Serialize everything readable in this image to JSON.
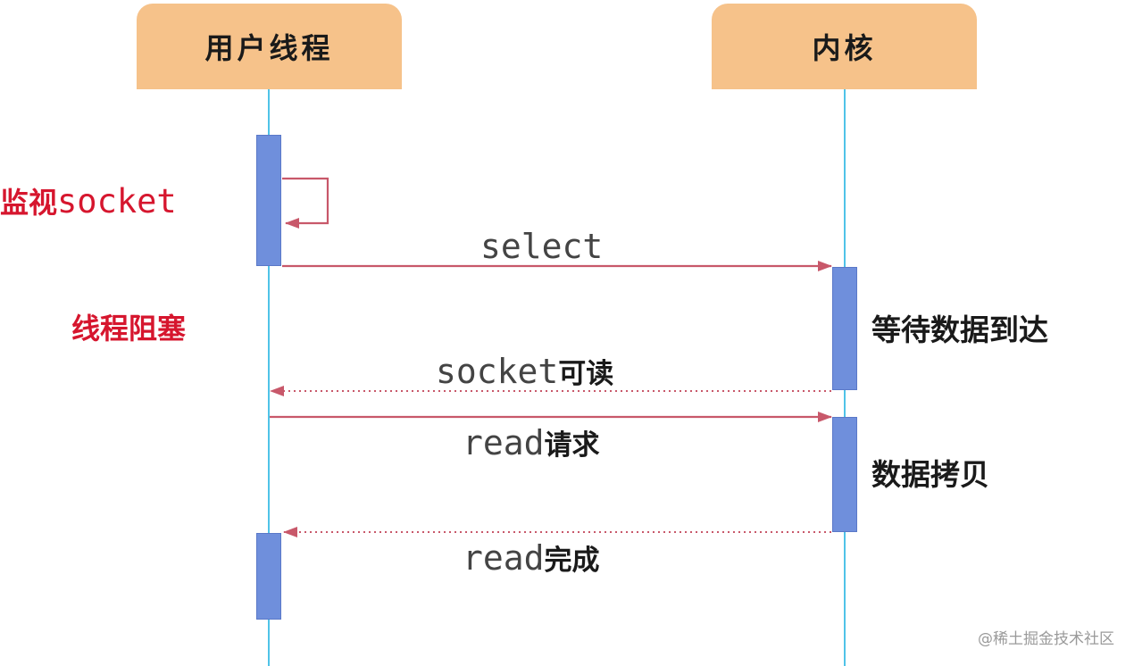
{
  "participants": {
    "user_thread": "用户线程",
    "kernel": "内核"
  },
  "notes": {
    "monitor_prefix": "监视",
    "monitor_socket": "socket",
    "thread_blocked": "线程阻塞",
    "wait_data": "等待数据到达",
    "data_copy": "数据拷贝"
  },
  "messages": {
    "select": "select",
    "socket_readable_mono": "socket",
    "socket_readable_cjk": "可读",
    "read_request_mono": "read",
    "read_request_cjk": "请求",
    "read_done_mono": "read",
    "read_done_cjk": "完成"
  },
  "watermark": "@稀土掘金技术社区",
  "colors": {
    "header_fill": "#f6c28a",
    "lifeline": "#4fc3e8",
    "activation": "#6f8fdc",
    "arrow": "#c8586a",
    "highlight_text": "#d6162e"
  }
}
